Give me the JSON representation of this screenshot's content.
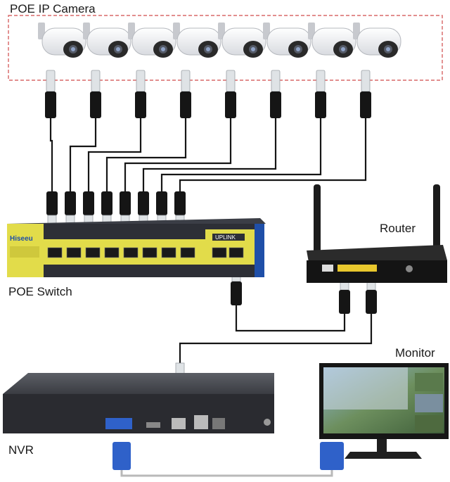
{
  "labels": {
    "cameras": "POE IP Camera",
    "switch": "POE Switch",
    "router": "Router",
    "monitor": "Monitor",
    "nvr": "NVR"
  },
  "switch_panel": {
    "brand": "Hiseeu",
    "uplink": "UPLINK"
  },
  "camera_count": 8,
  "colors": {
    "dashed_border": "#d04a4a",
    "switch_body": "#2d2f36",
    "switch_panel": "#e2dc4a",
    "switch_side": "#1f4fa8",
    "cable": "#151515",
    "vga_blue": "#2f61c9"
  }
}
